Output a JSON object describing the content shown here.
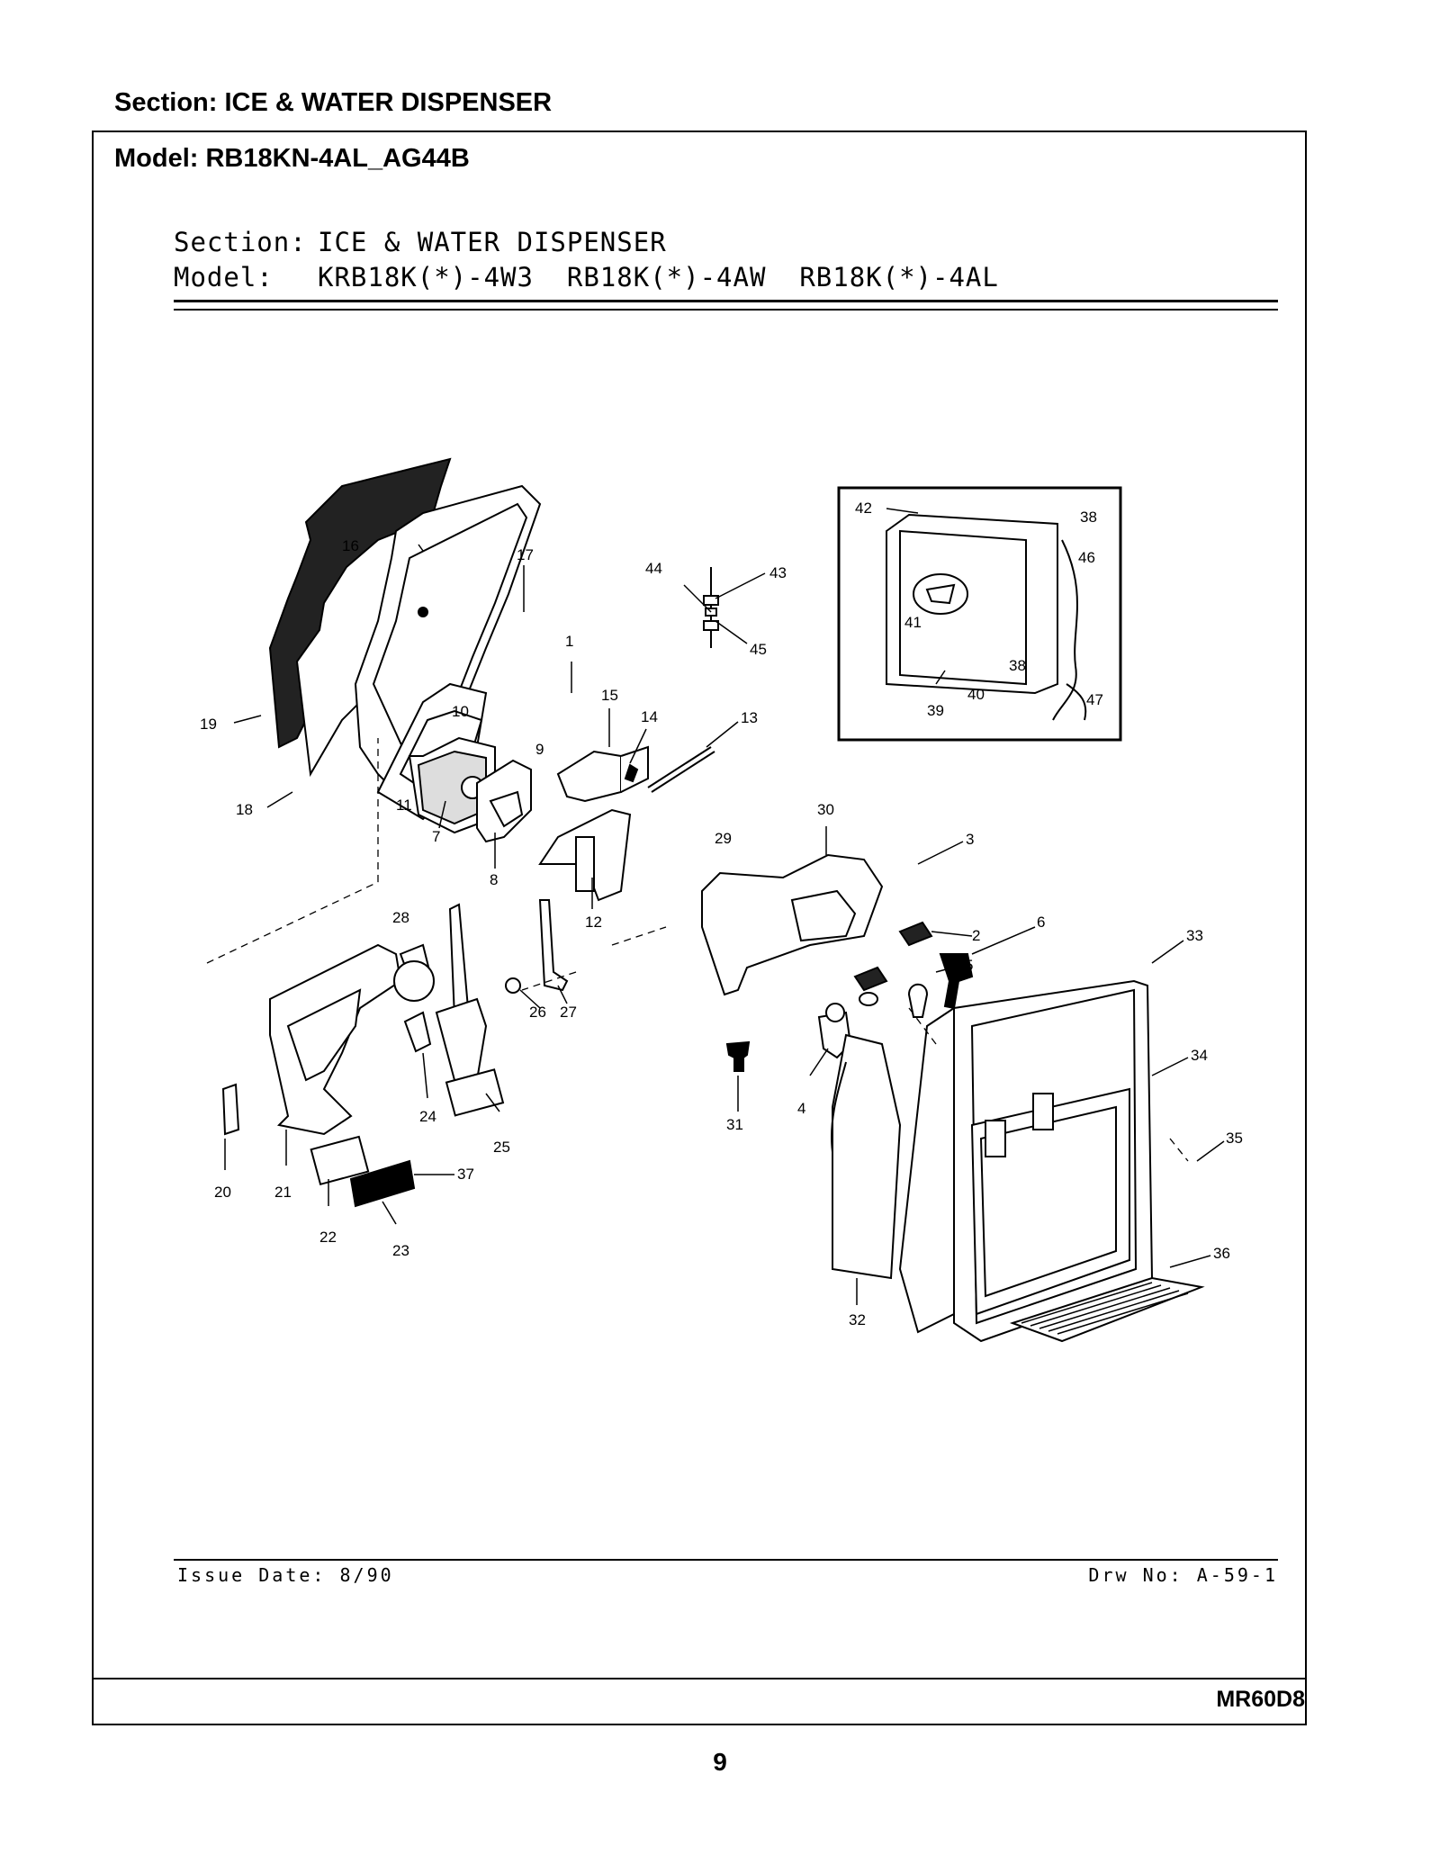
{
  "header": {
    "section": "Section:  ICE & WATER DISPENSER",
    "model": "Model:  RB18KN-4AL_AG44B"
  },
  "drawing": {
    "section_label": "Section:",
    "section_value": "ICE & WATER DISPENSER",
    "model_label": "Model:",
    "model_value": "KRB18K(*)-4W3  RB18K(*)-4AW  RB18K(*)-4AL",
    "issue_date": "Issue Date: 8/90",
    "drawing_number": "Drw No: A-59-1"
  },
  "callouts": [
    "1",
    "2",
    "3",
    "4",
    "5",
    "6",
    "7",
    "8",
    "9",
    "10",
    "11",
    "12",
    "13",
    "14",
    "15",
    "16",
    "17",
    "18",
    "19",
    "20",
    "21",
    "22",
    "23",
    "24",
    "25",
    "26",
    "27",
    "28",
    "29",
    "30",
    "31",
    "32",
    "33",
    "34",
    "35",
    "36",
    "37",
    "38",
    "39",
    "40",
    "41",
    "42",
    "43",
    "44",
    "45",
    "46",
    "47"
  ],
  "footer": {
    "code": "MR60D8",
    "page": "9"
  }
}
